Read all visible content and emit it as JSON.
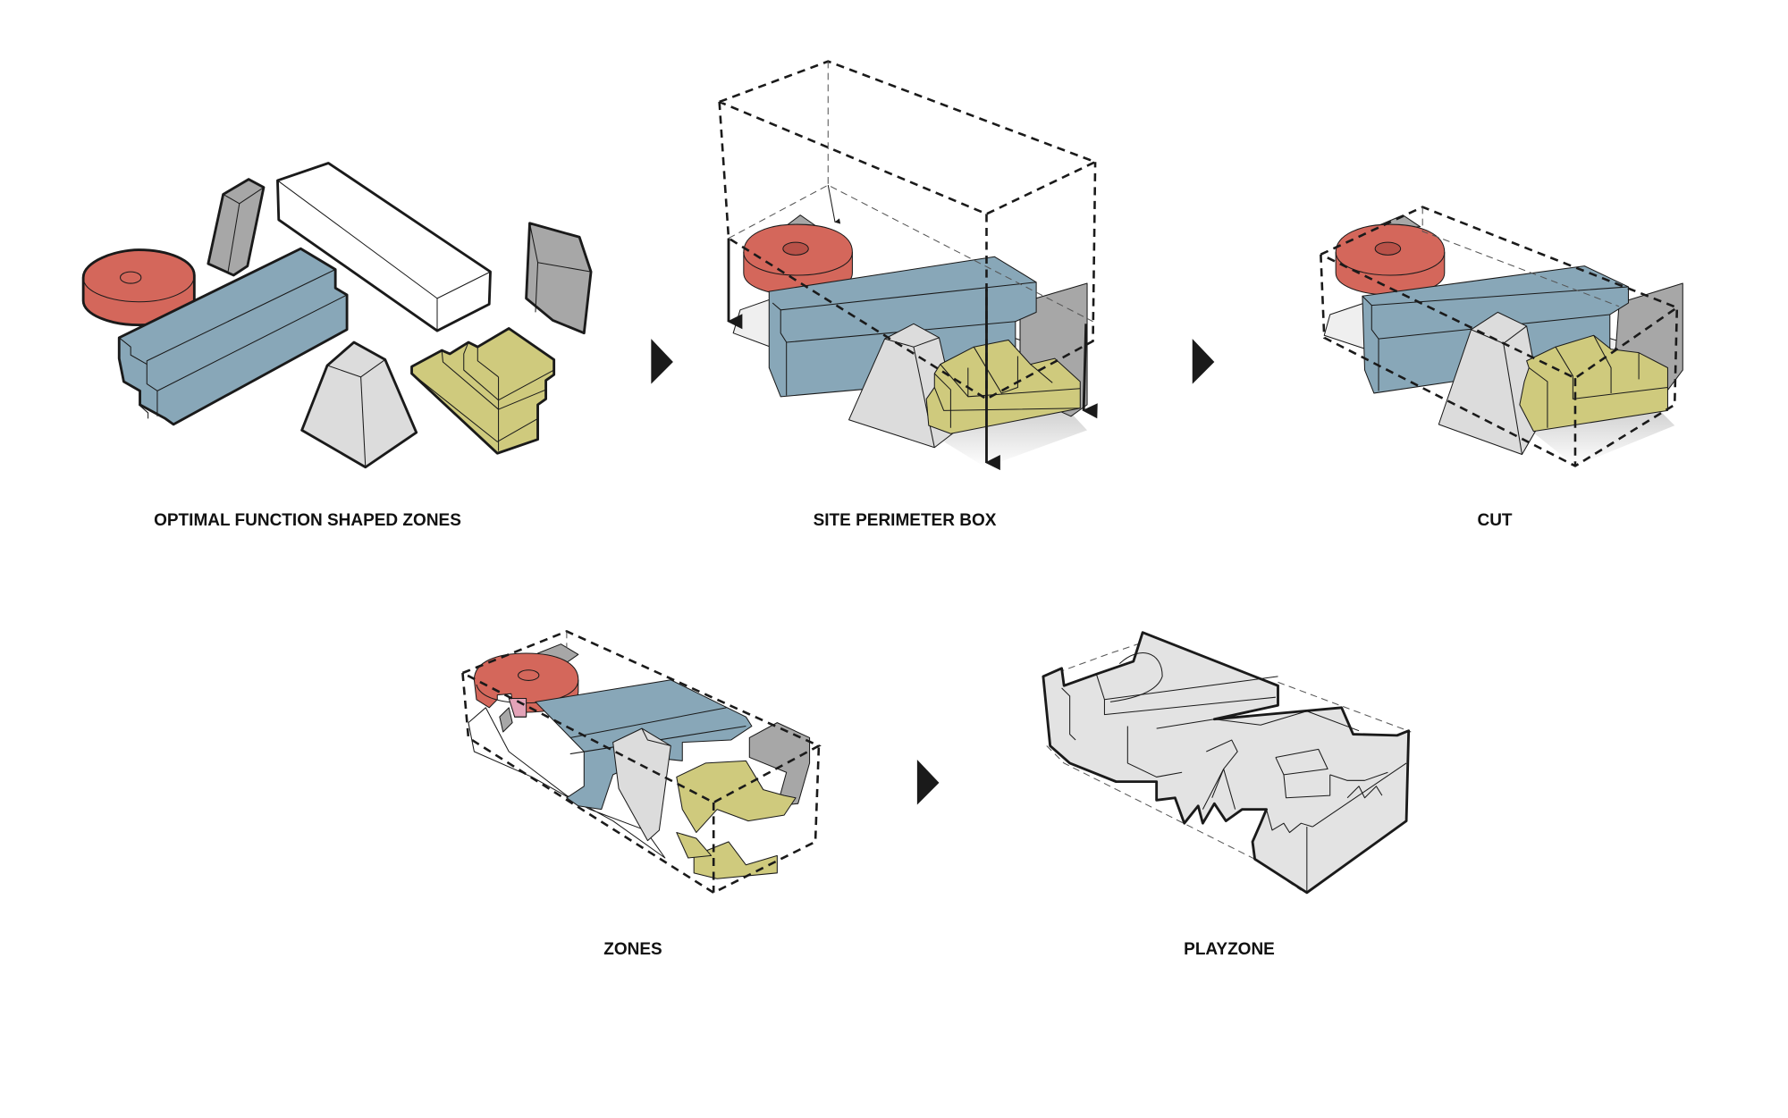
{
  "diagram": {
    "steps": [
      {
        "id": "optimal",
        "label": "OPTIMAL FUNCTION SHAPED ZONES"
      },
      {
        "id": "site",
        "label": "SITE PERIMETER BOX"
      },
      {
        "id": "cut",
        "label": "CUT"
      },
      {
        "id": "zones",
        "label": "ZONES"
      },
      {
        "id": "playzone",
        "label": "PLAYZONE"
      }
    ],
    "connectors": [
      {
        "from": "optimal",
        "to": "site",
        "icon": "triangle-right-icon"
      },
      {
        "from": "site",
        "to": "cut",
        "icon": "triangle-right-icon"
      },
      {
        "from": "zones",
        "to": "playzone",
        "icon": "triangle-right-icon"
      }
    ],
    "zone_colors": {
      "red": "#d4675b",
      "blue": "#88a7b8",
      "yellow": "#cfca7d",
      "gray": "#a7a7a7",
      "light_gray": "#dcdcdc",
      "white": "#ffffff",
      "playzone": "#e3e3e3",
      "ink": "#1a1a1a"
    }
  }
}
